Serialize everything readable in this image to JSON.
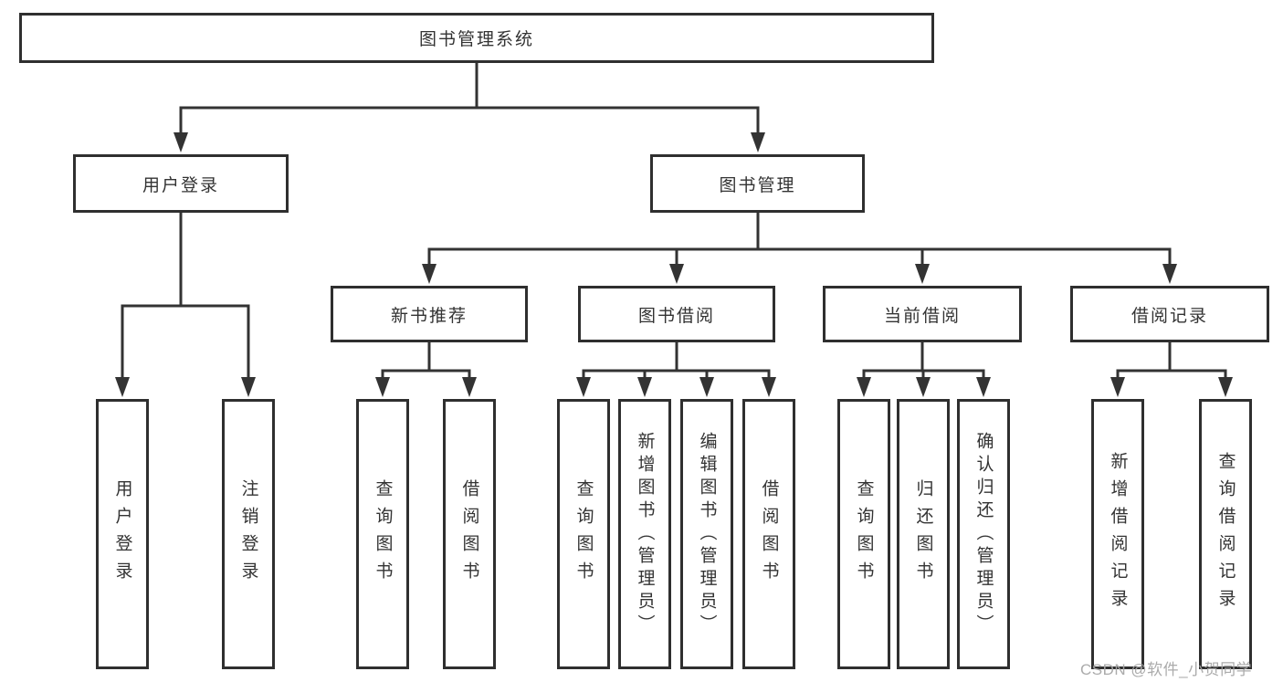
{
  "diagram": {
    "type": "hierarchy",
    "colors": {
      "background": "#ffffff",
      "line": "#333333",
      "box_border": "#2f2f2f",
      "text": "#333333",
      "watermark": "#a6a6a6"
    },
    "tree": {
      "label": "图书管理系统",
      "children": [
        {
          "label": "用户登录",
          "children": [
            {
              "label": "用户登录"
            },
            {
              "label": "注销登录"
            }
          ]
        },
        {
          "label": "图书管理",
          "children": [
            {
              "label": "新书推荐",
              "children": [
                {
                  "label": "查询图书"
                },
                {
                  "label": "借阅图书"
                }
              ]
            },
            {
              "label": "图书借阅",
              "children": [
                {
                  "label": "查询图书"
                },
                {
                  "label": "新增图书（管理员）"
                },
                {
                  "label": "编辑图书（管理员）"
                },
                {
                  "label": "借阅图书"
                }
              ]
            },
            {
              "label": "当前借阅",
              "children": [
                {
                  "label": "查询图书"
                },
                {
                  "label": "归还图书"
                },
                {
                  "label": "确认归还（管理员）"
                }
              ]
            },
            {
              "label": "借阅记录",
              "children": [
                {
                  "label": "新增借阅记录"
                },
                {
                  "label": "查询借阅记录"
                }
              ]
            }
          ]
        }
      ]
    },
    "watermark": {
      "text": "CSDN @软件_小贺同学"
    }
  }
}
